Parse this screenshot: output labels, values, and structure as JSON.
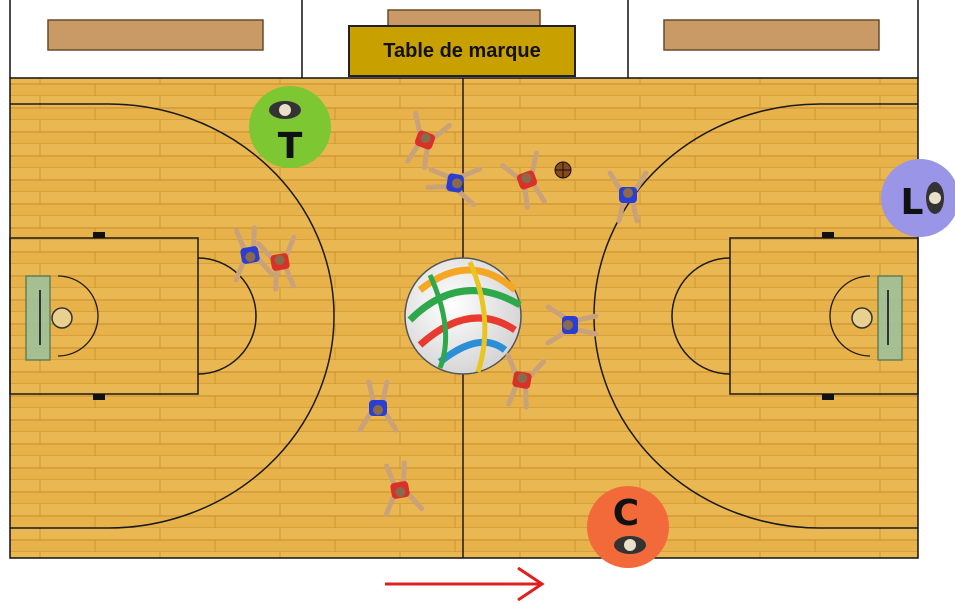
{
  "scorer_table": {
    "label": "Table de marque"
  },
  "referees": [
    {
      "letter": "T",
      "color": "#7dc832"
    },
    {
      "letter": "L",
      "color": "#9a95e6"
    },
    {
      "letter": "C",
      "color": "#f26a3a"
    }
  ],
  "colors": {
    "court_wood": "#e8b24a",
    "court_wood_dark": "#c98f2e",
    "bench": "#c99a66",
    "team_red": "#d8312a",
    "team_blue": "#2a3fd1",
    "direction_arrow": "#e02020",
    "lines": "#1a1a1a"
  },
  "icons": {
    "players": "player-icon",
    "ball": "basketball-icon",
    "center_logo": "fiba-ball-logo-icon",
    "direction": "right-arrow-icon"
  },
  "play_direction": "right"
}
